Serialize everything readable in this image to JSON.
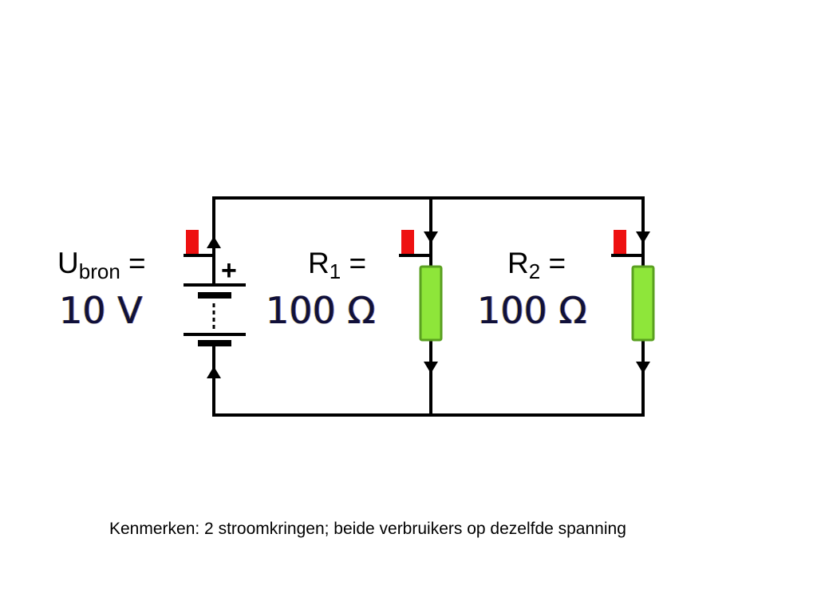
{
  "labels": {
    "source": {
      "main": "U",
      "sub": "bron",
      "eq": " ="
    },
    "r1": {
      "main": "R",
      "sub": "1",
      "eq": " ="
    },
    "r2": {
      "main": "R",
      "sub": "2",
      "eq": " ="
    }
  },
  "values": {
    "source": "10 V",
    "r1": "100 Ω",
    "r2": "100 Ω"
  },
  "battery_polarity": "+",
  "caption": "Kenmerken: 2 stroomkringen; beide verbruikers op dezelfde spanning",
  "colors": {
    "wire": "#000000",
    "resistor_fill": "#8ee63a",
    "resistor_stroke": "#5aa020",
    "probe": "#ee1111"
  }
}
